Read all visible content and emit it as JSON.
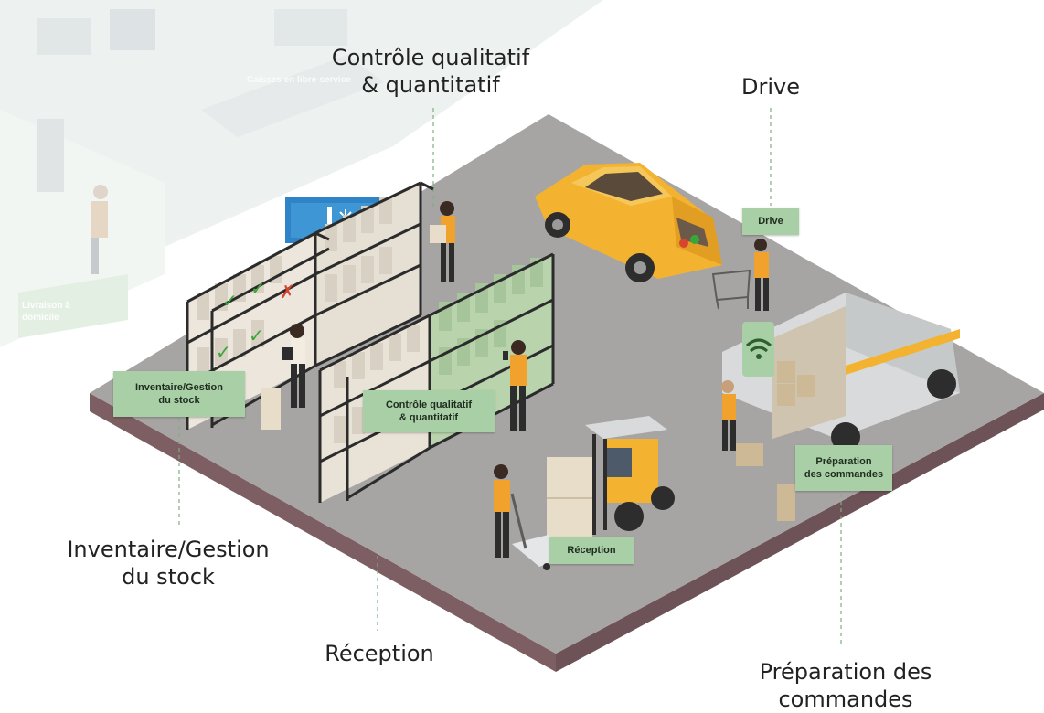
{
  "background_labels": {
    "self_checkout": "Caisses en libre-service",
    "home_delivery": "Livraison à domicile"
  },
  "outer_labels": {
    "quality_control": "Contrôle qualitatif\n& quantitatif",
    "drive": "Drive",
    "inventory": "Inventaire/Gestion\ndu stock",
    "reception": "Réception",
    "order_prep": "Préparation des\ncommandes"
  },
  "floor_tags": {
    "inventory": "Inventaire/Gestion\ndu stock",
    "quality_control": "Contrôle qualitatif\n& quantitatif",
    "drive": "Drive",
    "reception": "Réception",
    "order_prep": "Préparation\ndes commandes"
  },
  "shelf_marks": [
    "✓",
    "✓",
    "✓",
    "✗",
    "✓"
  ],
  "colors": {
    "floor_top": "#a7a4a4",
    "floor_side": "#7d5f63",
    "tag_bg": "#a9cfa6",
    "car": "#f3b331",
    "vest": "#f0a22c",
    "van": "#d8dadb",
    "freezer_panel": "#2e84c6",
    "shelf_frame": "#2b2b2b",
    "check": "#3aa63a",
    "cross": "#d9442f"
  },
  "icons": [
    "snowflake-icon",
    "thermometer-icon",
    "wifi-icon",
    "shopping-cart-icon",
    "clipboard-icon",
    "scanner-icon",
    "forklift-icon"
  ]
}
